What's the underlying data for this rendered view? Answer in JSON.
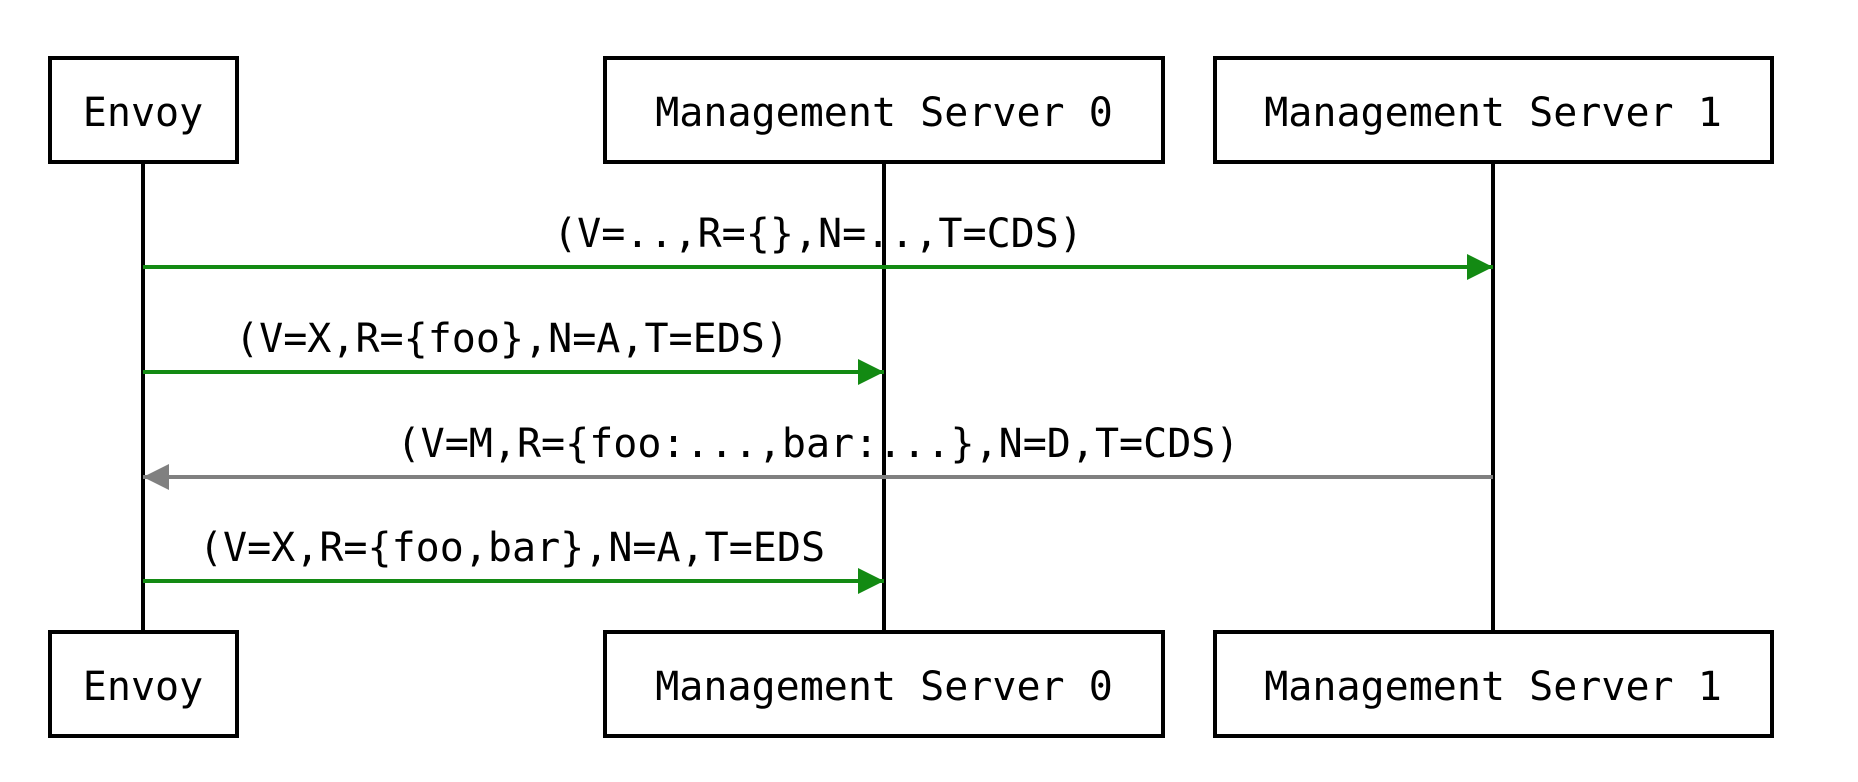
{
  "diagram": {
    "participants": [
      {
        "id": "envoy",
        "label": "Envoy"
      },
      {
        "id": "ms0",
        "label": "Management Server 0"
      },
      {
        "id": "ms1",
        "label": "Management Server 1"
      }
    ],
    "messages": [
      {
        "from": "envoy",
        "to": "ms1",
        "label": "(V=..,R={},N=..,T=CDS)",
        "color": "#138a13"
      },
      {
        "from": "envoy",
        "to": "ms0",
        "label": "(V=X,R={foo},N=A,T=EDS)",
        "color": "#138a13"
      },
      {
        "from": "ms1",
        "to": "envoy",
        "label": "(V=M,R={foo:...,bar:...},N=D,T=CDS)",
        "color": "#808080"
      },
      {
        "from": "envoy",
        "to": "ms0",
        "label": "(V=X,R={foo,bar},N=A,T=EDS",
        "color": "#138a13"
      }
    ]
  }
}
